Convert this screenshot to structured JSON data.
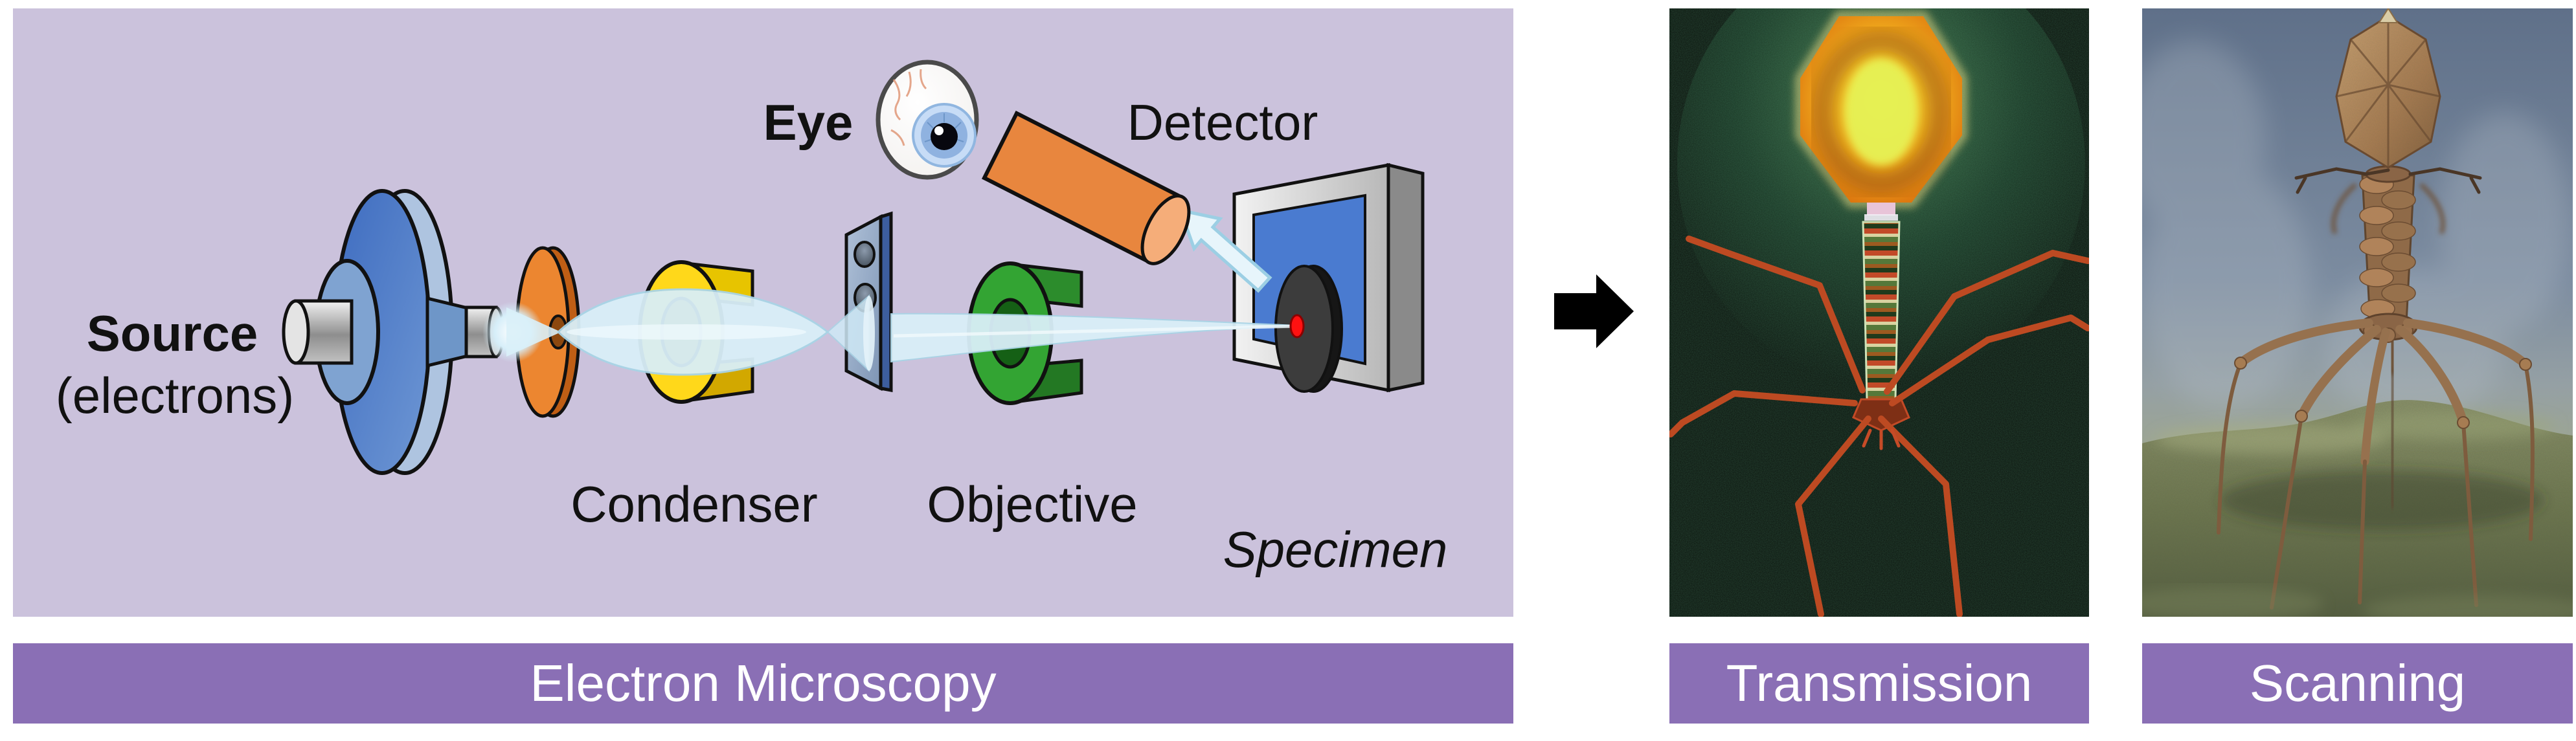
{
  "figure": {
    "em_panel": {
      "banner": "Electron Microscopy",
      "labels": {
        "source": "Source",
        "source_sub": "(electrons)",
        "eye": "Eye",
        "detector": "Detector",
        "condenser": "Condenser",
        "objective": "Objective",
        "specimen": "Specimen"
      }
    },
    "flow_arrow": {
      "direction": "right"
    },
    "tem": {
      "banner": "Transmission"
    },
    "sem": {
      "banner": "Scanning"
    }
  },
  "colors": {
    "page_bg": "#FFFFFF",
    "panel_lavender": "#CBC2DC",
    "banner_purple": "#8A6FB5",
    "banner_text": "#FFFFFF",
    "label_text": "#111111",
    "beam_blue": "#D9EFF8",
    "beam_edge": "#A9D4E6",
    "gun_blue": "#4273C4",
    "aperture_orange": "#EC8630",
    "condenser_yellow": "#FFD81A",
    "objective_green": "#33A433",
    "plate_steel": "#9FB3CE",
    "specimen_blue": "#4A7BD0",
    "specimen_dot_red": "#FF1111",
    "detector_orange": "#E8863E",
    "flow_arrow_black": "#000000",
    "tem_bg_green": "#0B130D",
    "tem_capsid_orange": "#F2B01E",
    "tem_core_yellow": "#E6F154",
    "tem_leg_rust": "#BD4A22",
    "sem_sky_blue": "#7C8CA0",
    "sem_terrain_green": "#6E7850",
    "sem_phage_brown": "#A87C52"
  }
}
